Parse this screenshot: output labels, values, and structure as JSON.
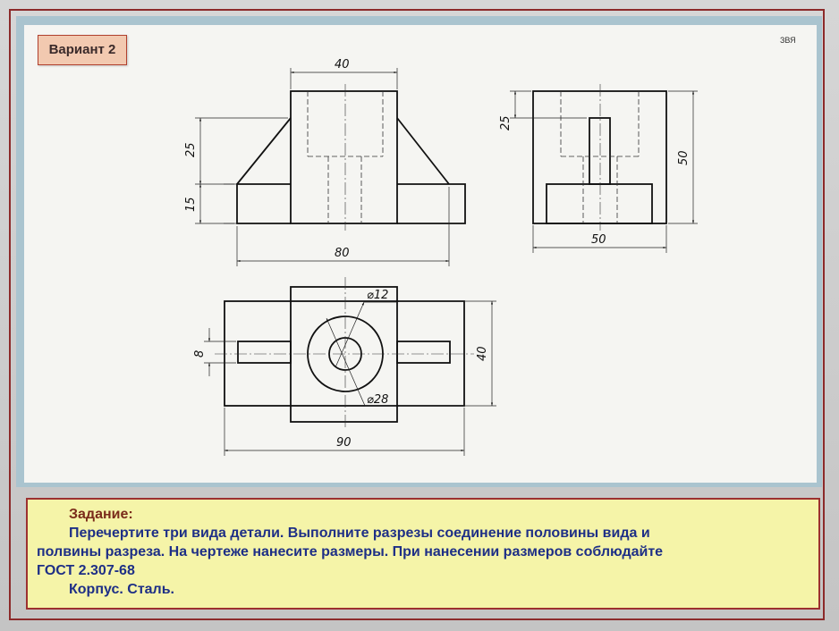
{
  "badge": {
    "label": "Вариант 2"
  },
  "author_mark": "ЗВЯ",
  "dimensions": {
    "front_top_width": "40",
    "front_upper_height": "25",
    "front_lower_height": "15",
    "front_total_width": "80",
    "side_upper_height": "25",
    "side_total_height": "50",
    "side_width": "50",
    "top_inner_diameter": "⌀12",
    "top_outer_diameter": "⌀28",
    "top_rib_width": "8",
    "top_depth": "40",
    "top_total_width": "90"
  },
  "task": {
    "title": "Задание:",
    "line1": "Перечертите три вида детали. Выполните разрезы  соединение половины вида и",
    "line2": "полвины разреза.  На чертеже нанесите размеры. При нанесении размеров соблюдайте",
    "line3": "ГОСТ  2.307-68",
    "line4": "Корпус. Сталь."
  },
  "colors": {
    "frame": "#aac4cf",
    "sheet": "#f5f5f2",
    "badge_bg": "#f2c9b0",
    "task_bg": "#f5f4a8",
    "task_text": "#1e2f86",
    "border": "#9c3030"
  }
}
